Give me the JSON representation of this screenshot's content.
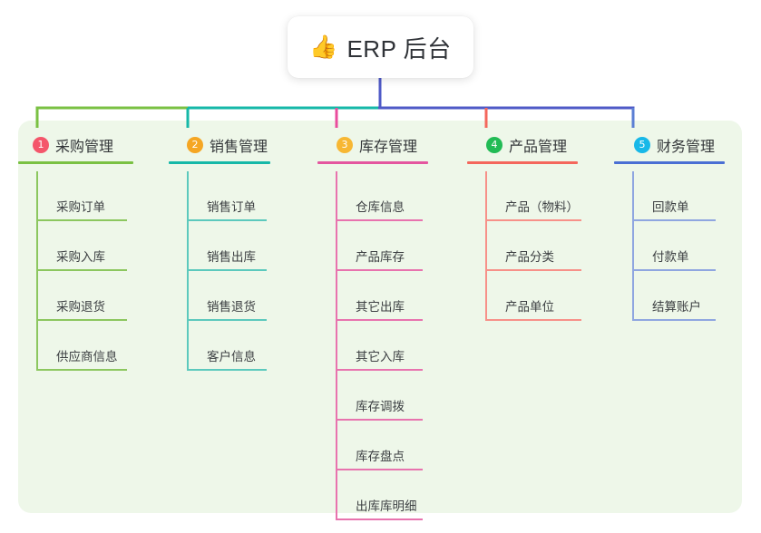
{
  "root": {
    "icon": "thumbs-up-icon",
    "icon_glyph": "👍",
    "title": "ERP 后台"
  },
  "panel": {
    "background_color": "#eef7e9"
  },
  "connectors": {
    "bar_segment_colors": [
      "#7ac143",
      "#16b8a8",
      "#4f5ac7",
      "#4f5ac7"
    ],
    "root_drop_color": "#4f5ac7",
    "column_drop_colors": [
      "#7ac143",
      "#16b8a8",
      "#ea4c9d",
      "#f4675c",
      "#5b7fd4"
    ]
  },
  "columns": [
    {
      "number": "1",
      "title": "采购管理",
      "badge_color": "#f4566b",
      "line_color": "#7ac143",
      "leaf_line_color": "#8cc75f",
      "items": [
        {
          "label": "采购订单"
        },
        {
          "label": "采购入库"
        },
        {
          "label": "采购退货"
        },
        {
          "label": "供应商信息"
        }
      ]
    },
    {
      "number": "2",
      "title": "销售管理",
      "badge_color": "#f5a623",
      "line_color": "#16b8a8",
      "leaf_line_color": "#5cc9bd",
      "items": [
        {
          "label": "销售订单"
        },
        {
          "label": "销售出库"
        },
        {
          "label": "销售退货"
        },
        {
          "label": "客户信息"
        }
      ]
    },
    {
      "number": "3",
      "title": "库存管理",
      "badge_color": "#f7b733",
      "line_color": "#e4569f",
      "leaf_line_color": "#e873ae",
      "items": [
        {
          "label": "仓库信息"
        },
        {
          "label": "产品库存"
        },
        {
          "label": "其它出库"
        },
        {
          "label": "其它入库"
        },
        {
          "label": "库存调拨"
        },
        {
          "label": "库存盘点"
        },
        {
          "label": "出库库明细"
        }
      ]
    },
    {
      "number": "4",
      "title": "产品管理",
      "badge_color": "#22bb55",
      "line_color": "#f4675c",
      "leaf_line_color": "#f79189",
      "items": [
        {
          "label": "产品（物料）"
        },
        {
          "label": "产品分类"
        },
        {
          "label": "产品单位"
        }
      ]
    },
    {
      "number": "5",
      "title": "财务管理",
      "badge_color": "#18b8e8",
      "line_color": "#4a6fd4",
      "leaf_line_color": "#8fa6e0",
      "items": [
        {
          "label": "回款单"
        },
        {
          "label": "付款单"
        },
        {
          "label": "结算账户"
        }
      ]
    }
  ]
}
